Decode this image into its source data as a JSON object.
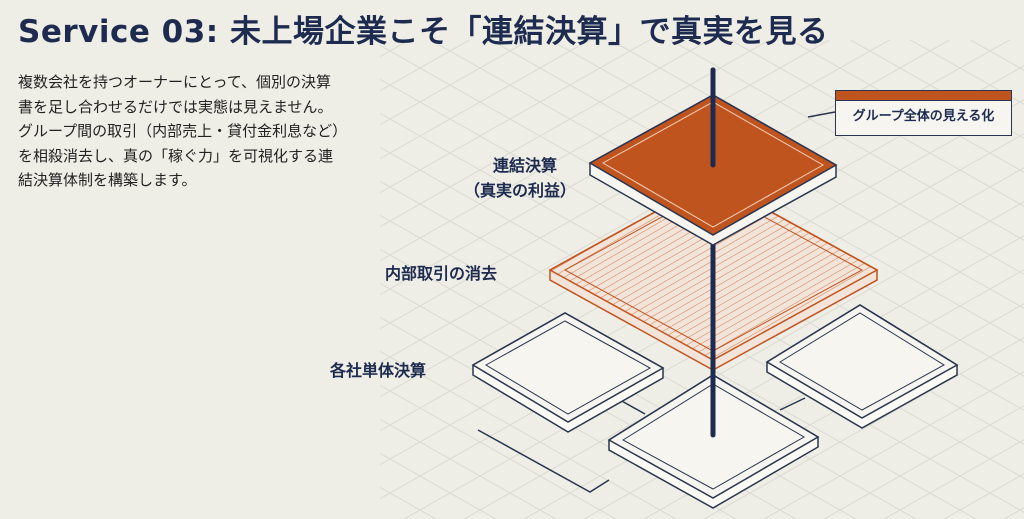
{
  "title": "Service 03: 未上場企業こそ「連結決算」で真実を見る",
  "description": [
    "複数会社を持つオーナーにとって、個別の決算",
    "書を足し合わせるだけでは実態は見えません。",
    "グループ間の取引（内部売上・貸付金利息など）",
    "を相殺消去し、真の「稼ぐ力」を可視化する連",
    "結決算体制を構築します。"
  ],
  "diagram": {
    "consolidated_label": "連結決算",
    "consolidated_sub": "（真実の利益）",
    "elimination_label": "内部取引の消去",
    "individual_label": "各社単体決算",
    "callout": "グループ全体の見える化"
  },
  "colors": {
    "navy": "#1c2b4f",
    "orange": "#c0541f",
    "background": "#efeee6"
  }
}
